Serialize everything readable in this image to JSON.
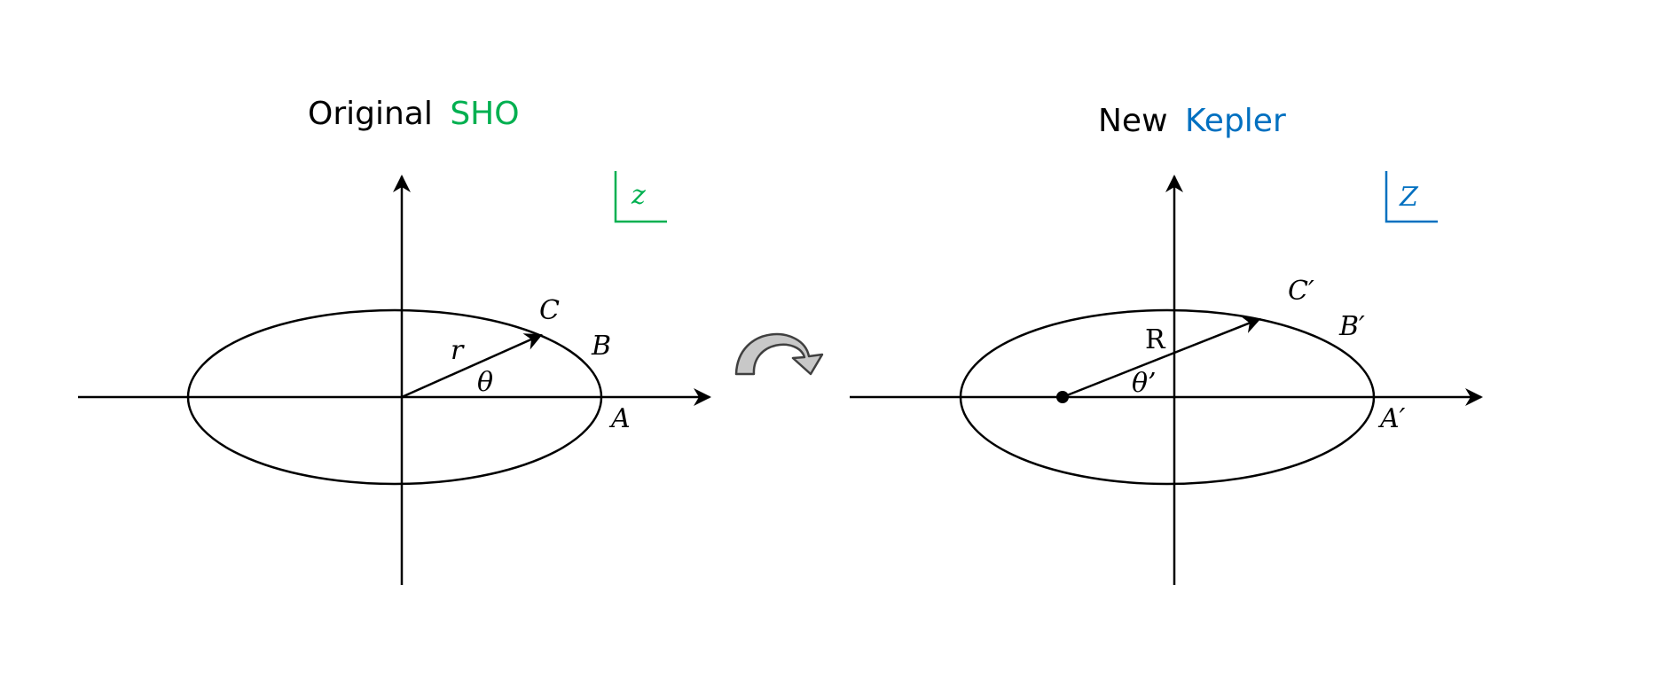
{
  "left_panel": {
    "title_prefix": "Original",
    "title_highlight": "SHO",
    "highlight_color": "#00B050",
    "plane_label": "z",
    "radius_label": "r",
    "angle_label": "θ",
    "point_a": "A",
    "point_b": "B",
    "point_c": "C"
  },
  "right_panel": {
    "title_prefix": "New",
    "title_highlight": "Kepler",
    "highlight_color": "#0070C0",
    "plane_label": "Z",
    "radius_label": "R",
    "angle_label": "θ’",
    "point_a": "A′",
    "point_b": "B′",
    "point_c": "C′"
  },
  "transform_icon": "curved-arrow-icon",
  "colors": {
    "ink": "#000000",
    "arrow_fill": "#C8C8C8",
    "arrow_stroke": "#404040"
  }
}
